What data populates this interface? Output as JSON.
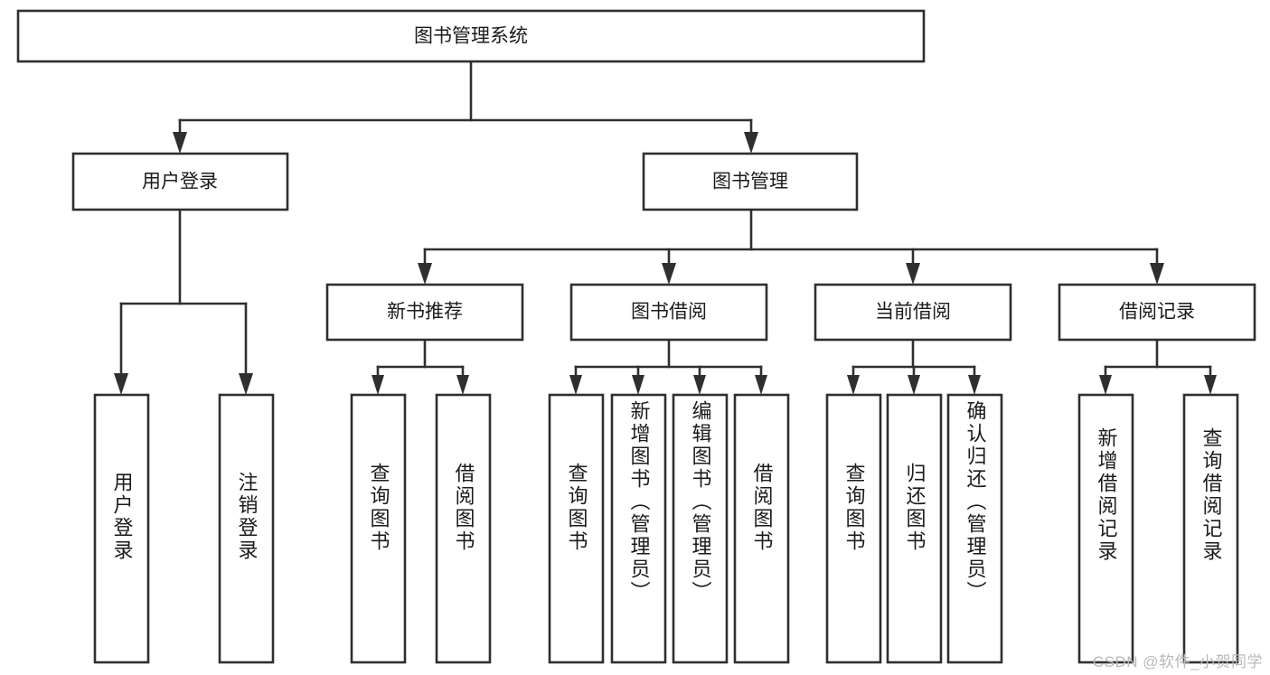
{
  "diagram": {
    "type": "tree",
    "title": "图书管理系统",
    "watermark": "CSDN @软件_小贺同学",
    "colors": {
      "box_stroke": "#2f2f2f",
      "box_fill": "#ffffff",
      "text": "#1b1b1b",
      "background": "#ffffff",
      "watermark": "#b9b9b9"
    },
    "root": {
      "label": "图书管理系统"
    },
    "level2": [
      {
        "id": "user-login",
        "label": "用户登录"
      },
      {
        "id": "book-manage",
        "label": "图书管理"
      }
    ],
    "level3": [
      {
        "id": "new-book-recommend",
        "label": "新书推荐"
      },
      {
        "id": "book-borrow",
        "label": "图书借阅"
      },
      {
        "id": "current-borrow",
        "label": "当前借阅"
      },
      {
        "id": "borrow-record",
        "label": "借阅记录"
      }
    ],
    "leaves": [
      {
        "id": "leaf-user-login",
        "label": "用户登录",
        "parent": "user-login"
      },
      {
        "id": "leaf-logout-login",
        "label": "注销登录",
        "parent": "user-login"
      },
      {
        "id": "leaf-query-book-1",
        "label": "查询图书",
        "parent": "new-book-recommend"
      },
      {
        "id": "leaf-borrow-book-1",
        "label": "借阅图书",
        "parent": "new-book-recommend"
      },
      {
        "id": "leaf-query-book-2",
        "label": "查询图书",
        "parent": "book-borrow"
      },
      {
        "id": "leaf-add-book-admin",
        "label": "新增图书（管理员）",
        "parent": "book-borrow"
      },
      {
        "id": "leaf-edit-book-admin",
        "label": "编辑图书（管理员）",
        "parent": "book-borrow"
      },
      {
        "id": "leaf-borrow-book-2",
        "label": "借阅图书",
        "parent": "book-borrow"
      },
      {
        "id": "leaf-query-book-3",
        "label": "查询图书",
        "parent": "current-borrow"
      },
      {
        "id": "leaf-return-book",
        "label": "归还图书",
        "parent": "current-borrow"
      },
      {
        "id": "leaf-confirm-return-admin",
        "label": "确认归还（管理员）",
        "parent": "current-borrow"
      },
      {
        "id": "leaf-add-borrow-record",
        "label": "新增借阅记录",
        "parent": "borrow-record"
      },
      {
        "id": "leaf-query-borrow-record",
        "label": "查询借阅记录",
        "parent": "borrow-record"
      }
    ]
  }
}
